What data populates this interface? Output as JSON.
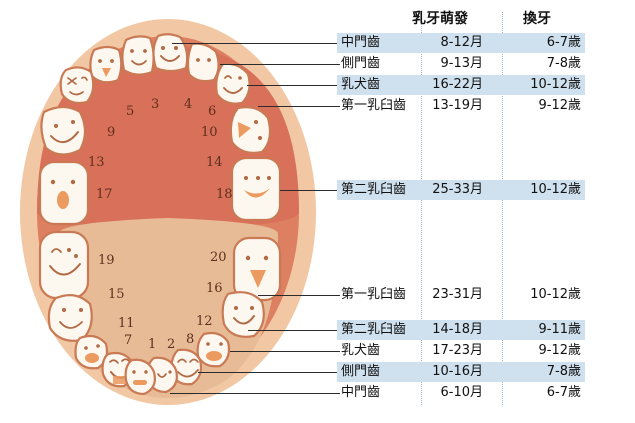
{
  "table": {
    "headers": {
      "tooth": "",
      "eruption": "乳牙萌發",
      "shedding": "換牙"
    },
    "upper_rows": [
      {
        "name": "中門齒",
        "eruption": "8-12月",
        "shedding": "6-7歲",
        "highlight": true
      },
      {
        "name": "側門齒",
        "eruption": "9-13月",
        "shedding": "7-8歲",
        "highlight": false
      },
      {
        "name": "乳犬齒",
        "eruption": "16-22月",
        "shedding": "10-12歲",
        "highlight": true
      },
      {
        "name": "第一乳臼齒",
        "eruption": "13-19月",
        "shedding": "9-12歲",
        "highlight": false
      },
      {
        "name": "第二乳臼齒",
        "eruption": "25-33月",
        "shedding": "10-12歲",
        "highlight": true
      }
    ],
    "lower_rows": [
      {
        "name": "第一乳臼齒",
        "eruption": "23-31月",
        "shedding": "10-12歲",
        "highlight": false
      },
      {
        "name": "第二乳臼齒",
        "eruption": "14-18月",
        "shedding": "9-11歲",
        "highlight": true
      },
      {
        "name": "乳犬齒",
        "eruption": "17-23月",
        "shedding": "9-12歲",
        "highlight": false
      },
      {
        "name": "側門齒",
        "eruption": "10-16月",
        "shedding": "7-8歲",
        "highlight": true
      },
      {
        "name": "中門齒",
        "eruption": "6-10月",
        "shedding": "6-7歲",
        "highlight": false
      }
    ]
  },
  "diagram": {
    "upper_numbers": [
      "3",
      "4",
      "5",
      "6",
      "9",
      "10",
      "13",
      "14",
      "17",
      "18"
    ],
    "lower_numbers": [
      "19",
      "20",
      "15",
      "16",
      "11",
      "12",
      "7",
      "8",
      "1",
      "2"
    ]
  },
  "colors": {
    "highlight": "#cfe0ee",
    "outer_lip": "#f0c39e",
    "gum": "#dd7f61",
    "palate": "#d9705a",
    "tongue": "#e8bb97",
    "tooth_fill": "#fdf8ef",
    "tooth_stroke": "#c0714f",
    "number": "#5e2f1e",
    "leader": "#2b2b2b"
  }
}
